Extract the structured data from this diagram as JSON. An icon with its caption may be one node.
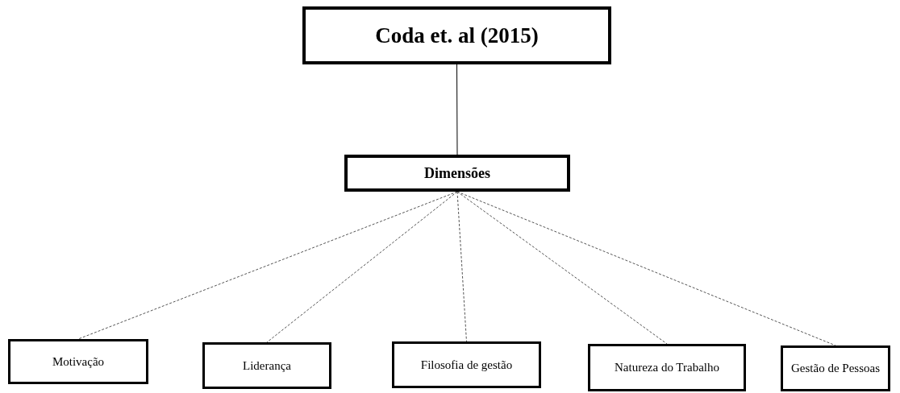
{
  "diagram": {
    "nodes": [
      {
        "text": [
          "Coda et. al (2015)"
        ]
      },
      {
        "text": [
          "Dimensões"
        ]
      },
      {
        "text": [
          "Motivação"
        ]
      },
      {
        "text": [
          "Liderança"
        ]
      },
      {
        "text": [
          "Filosofia de gestão"
        ]
      },
      {
        "text": [
          "Natureza do Trabalho"
        ]
      },
      {
        "text": [
          "Gestão de Pessoas"
        ]
      }
    ],
    "edges": [
      {
        "from": 0,
        "to": 1,
        "arrow": "none"
      },
      {
        "from": 1,
        "to": 2,
        "arrow": "none",
        "style": "dashed"
      },
      {
        "from": 1,
        "to": 3,
        "arrow": "none",
        "style": "dashed"
      },
      {
        "from": 1,
        "to": 4,
        "arrow": "none",
        "style": "dashed"
      },
      {
        "from": 1,
        "to": 5,
        "arrow": "none",
        "style": "dashed"
      },
      {
        "from": 1,
        "to": 6,
        "arrow": "none",
        "style": "dashed"
      }
    ]
  }
}
